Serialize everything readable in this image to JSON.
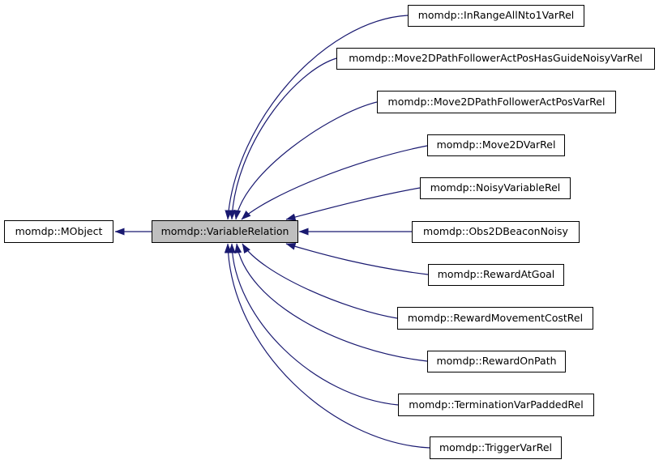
{
  "diagram": {
    "type": "class-inheritance-graph",
    "colors": {
      "edge_color": "#191970",
      "node_fill": "#ffffff",
      "current_node_fill": "#bfbfbf",
      "node_border": "#000000",
      "background": "#ffffff"
    },
    "nodes": [
      {
        "id": "mobject",
        "label": "momdp::MObject",
        "role": "base"
      },
      {
        "id": "variablerelation",
        "label": "momdp::VariableRelation",
        "role": "current"
      },
      {
        "id": "inrangeallnto1varrel",
        "label": "momdp::InRangeAllNto1VarRel",
        "role": "derived"
      },
      {
        "id": "move2dpathfolloweractposhasguidenoisy",
        "label": "momdp::Move2DPathFollowerActPosHasGuideNoisyVarRel",
        "role": "derived"
      },
      {
        "id": "move2dpathfolloweractposvarrel",
        "label": "momdp::Move2DPathFollowerActPosVarRel",
        "role": "derived"
      },
      {
        "id": "move2dvarrel",
        "label": "momdp::Move2DVarRel",
        "role": "derived"
      },
      {
        "id": "noisyvariablerel",
        "label": "momdp::NoisyVariableRel",
        "role": "derived"
      },
      {
        "id": "obs2dbeaconnoisy",
        "label": "momdp::Obs2DBeaconNoisy",
        "role": "derived"
      },
      {
        "id": "rewardatgoal",
        "label": "momdp::RewardAtGoal",
        "role": "derived"
      },
      {
        "id": "rewardmovementcostrel",
        "label": "momdp::RewardMovementCostRel",
        "role": "derived"
      },
      {
        "id": "rewardonpath",
        "label": "momdp::RewardOnPath",
        "role": "derived"
      },
      {
        "id": "terminationvarpaddedrel",
        "label": "momdp::TerminationVarPaddedRel",
        "role": "derived"
      },
      {
        "id": "triggervarrel",
        "label": "momdp::TriggerVarRel",
        "role": "derived"
      }
    ],
    "edges": [
      {
        "from": "variablerelation",
        "to": "mobject",
        "relation": "inherits"
      },
      {
        "from": "inrangeallnto1varrel",
        "to": "variablerelation",
        "relation": "inherits"
      },
      {
        "from": "move2dpathfolloweractposhasguidenoisy",
        "to": "variablerelation",
        "relation": "inherits"
      },
      {
        "from": "move2dpathfolloweractposvarrel",
        "to": "variablerelation",
        "relation": "inherits"
      },
      {
        "from": "move2dvarrel",
        "to": "variablerelation",
        "relation": "inherits"
      },
      {
        "from": "noisyvariablerel",
        "to": "variablerelation",
        "relation": "inherits"
      },
      {
        "from": "obs2dbeaconnoisy",
        "to": "variablerelation",
        "relation": "inherits"
      },
      {
        "from": "rewardatgoal",
        "to": "variablerelation",
        "relation": "inherits"
      },
      {
        "from": "rewardmovementcostrel",
        "to": "variablerelation",
        "relation": "inherits"
      },
      {
        "from": "rewardonpath",
        "to": "variablerelation",
        "relation": "inherits"
      },
      {
        "from": "terminationvarpaddedrel",
        "to": "variablerelation",
        "relation": "inherits"
      },
      {
        "from": "triggervarrel",
        "to": "variablerelation",
        "relation": "inherits"
      }
    ]
  }
}
